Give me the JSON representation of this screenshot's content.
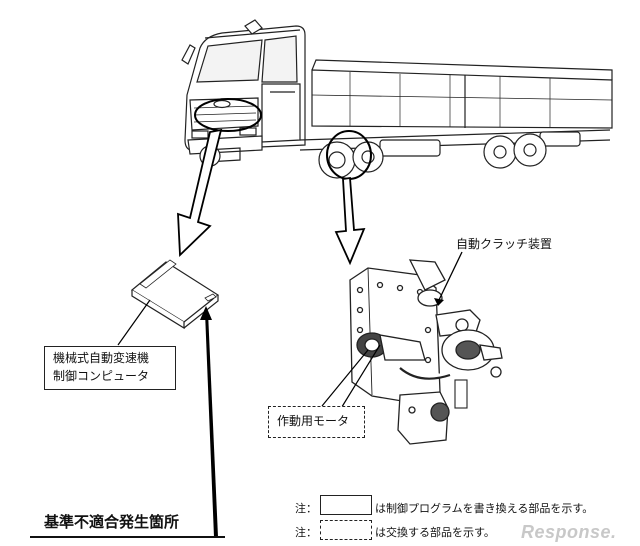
{
  "labels": {
    "clutch": "自動クラッチ装置",
    "ecu_line1": "機械式自動変速機",
    "ecu_line2": "制御コンピュータ",
    "motor": "作動用モータ",
    "location_title": "基準不適合発生箇所"
  },
  "notes": {
    "prefix": "注：",
    "solid_box_text": "は制御プログラムを書き換える部品を示す。",
    "dashed_box_text": "は交換する部品を示す。"
  },
  "watermark": "Response."
}
